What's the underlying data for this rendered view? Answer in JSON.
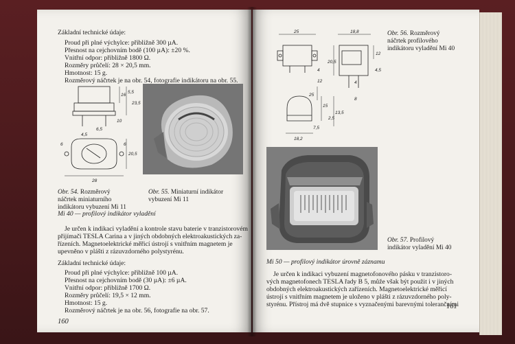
{
  "left_page": {
    "spec1_heading": "Základní technické údaje:",
    "spec1_lines": [
      "Proud při plné výchylce: přibližně 300 µA.",
      "Přesnost na cejchovním bodě (100 µA): ±20 %.",
      "Vnitřní odpor: přibližně 1800 Ω.",
      "Rozměry průčelí: 28 × 20,5 mm.",
      "Hmotnost: 15 g.",
      "Rozměrový náčrtek je na obr. 54, fotografie indikátoru na obr. 55."
    ],
    "fig54_label": "Obr. 54.",
    "fig54_text": [
      " Rozměrový",
      "náčrtek miniaturního",
      "indikátoru vybuzení Mi 11"
    ],
    "fig55_label": "Obr. 55.",
    "fig55_text": [
      " Miniaturní indikátor",
      "vybuzení Mi 11"
    ],
    "section_heading": "Mi 40 — profilový indikátor vyladění",
    "para_lines": [
      "Je určen k indikaci vyladění a kontrole stavu baterie v tranzistorovém",
      "přijímači TESLA Carina a v jiných obdobných elektroakustických za-",
      "řízeních. Magnetoelektrické měřicí ústrojí s vnitřním magnetem je",
      "upevněno v plášti z rázuvzdorného polystyrénu."
    ],
    "spec2_heading": "Základní technické údaje:",
    "spec2_lines": [
      "Proud při plné výchylce: přibližně 100 µA.",
      "Přesnost na cejchovním bodě (30 µA): ±6 µA.",
      "Vnitřní odpor: přibližně 1700 Ω.",
      "Rozměry průčelí: 19,5 × 12 mm.",
      "Hmotnost: 15 g.",
      "Rozměrový náčrtek je na obr. 56, fotografie na obr. 57."
    ],
    "page_number": "160",
    "fig54_dims": [
      "16",
      "5,5",
      "23,5",
      "10",
      "6,5",
      "4,5",
      "20,5",
      "28",
      "6",
      "6"
    ]
  },
  "right_page": {
    "fig56_label": "Obr. 56.",
    "fig56_text": [
      " Rozměrový",
      "náčrtek profilového",
      "indikátoru vyladění Mi 40"
    ],
    "fig57_label": "Obr. 57.",
    "fig57_text": [
      " Profilový",
      "indikátor vyladění Mi 40"
    ],
    "section_heading": "Mi 50 — profilový indikátor úrovně záznamu",
    "para_lines": [
      "Je určen k indikaci vybuzení magnetofonového pásku v tranzistoro-",
      "vých magnetofonech TESLA řady B 5, může však být použit i v jiných",
      "obdobných elektroakustických zařízeních. Magnetoelektrické měřicí",
      "ústrojí s vnitřním magnetem je uloženo v plášti z rázuvzdorného poly-",
      "styrénu. Přístroj má dvě stupnice s vyznačenými barevnými tolerančními"
    ],
    "page_number": "161",
    "fig56_dims": [
      "25",
      "18,8",
      "12",
      "20,5",
      "4,5",
      "4",
      "12",
      "4",
      "25",
      "15",
      "2,5",
      "13,5",
      "7,5",
      "18,2",
      "8"
    ]
  }
}
